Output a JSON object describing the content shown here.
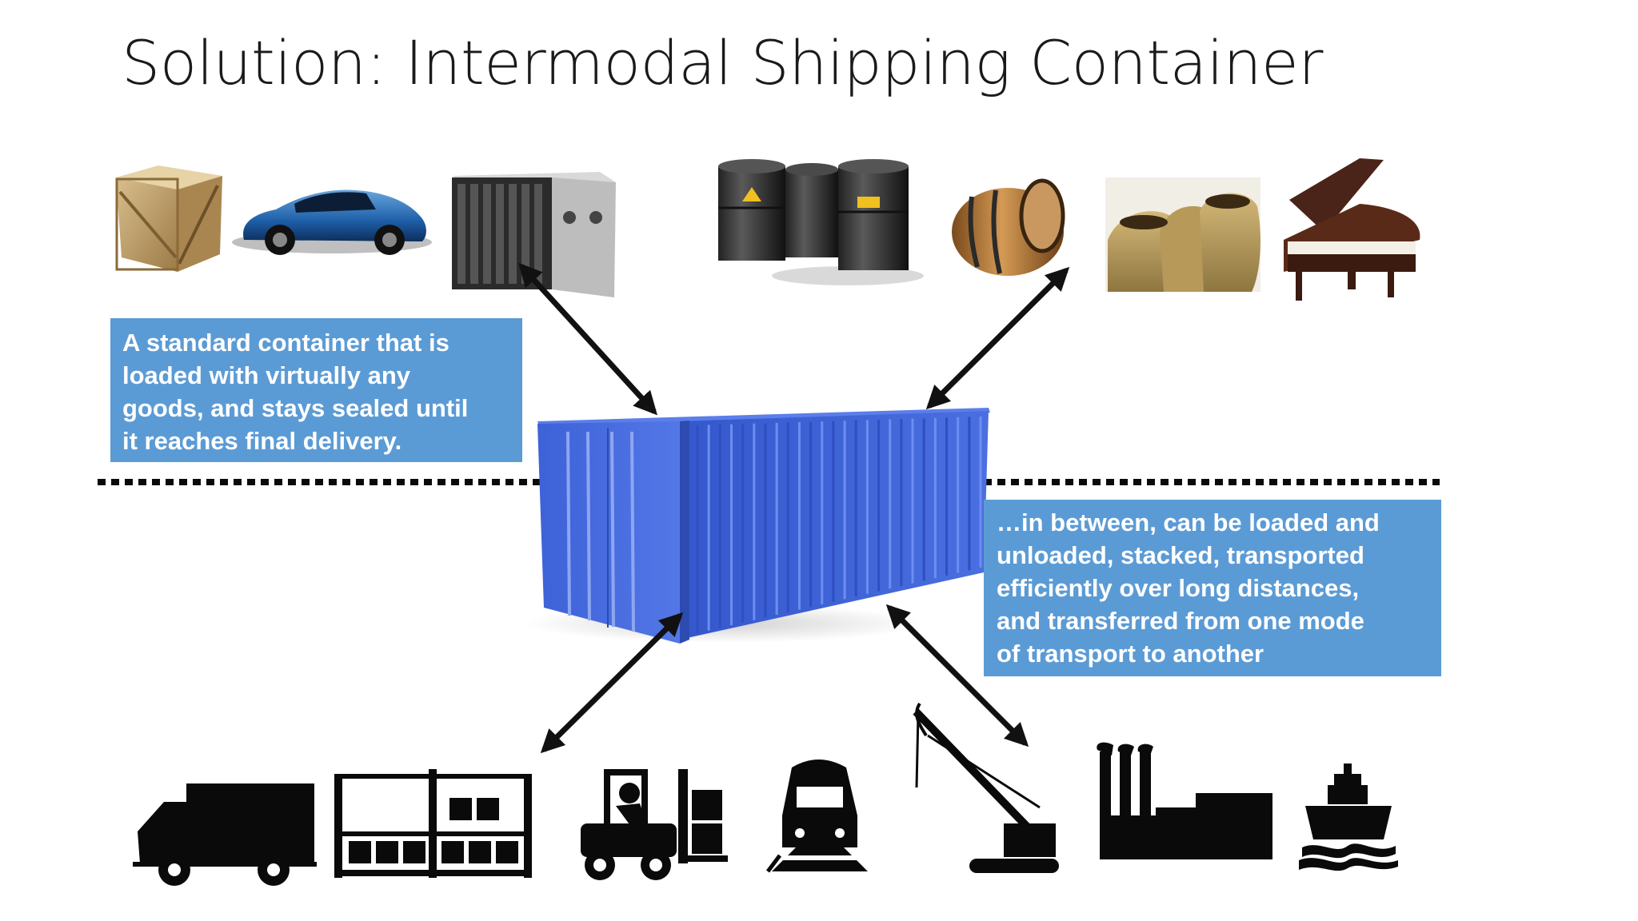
{
  "title": "Solution: Intermodal Shipping Container",
  "callouts": {
    "top_lines": [
      "A standard container that is",
      "loaded with virtually any",
      "goods, and stays sealed until",
      "it reaches final delivery."
    ],
    "bottom_lines": [
      "…in between, can be loaded and",
      "unloaded, stacked, transported",
      "efficiently over long distances,",
      "and transferred from one mode",
      "of transport to another"
    ]
  },
  "colors": {
    "callout": "#5b9bd5",
    "container": "#3a5fd6",
    "arrow": "#111111",
    "icon": "#0a0a0a"
  },
  "goods": [
    "crate",
    "sports-car",
    "server-rack",
    "oil-drums",
    "wooden-barrel",
    "grain-sacks",
    "grand-piano"
  ],
  "transport_icons": [
    "truck",
    "warehouse-rack",
    "forklift",
    "train",
    "crawler-crane",
    "factory",
    "ship"
  ]
}
